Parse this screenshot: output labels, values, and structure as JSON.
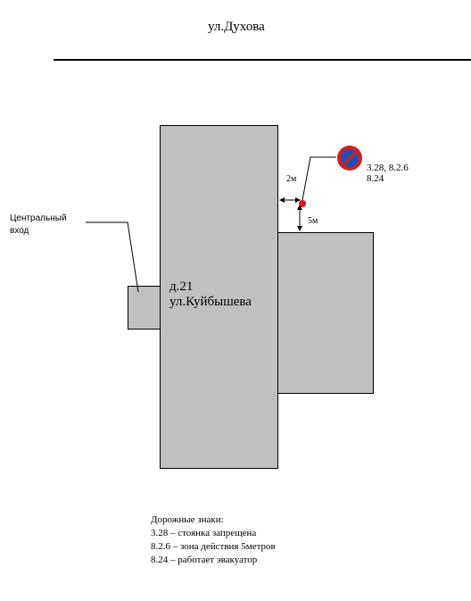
{
  "street_top": "ул.Духова",
  "house": {
    "number": "д.21",
    "street": "ул.Куйбышева"
  },
  "entrance": {
    "line1": "Центральный",
    "line2": "вход"
  },
  "dimensions": {
    "horizontal": "2м",
    "vertical": "5м"
  },
  "sign": {
    "icon": "no-parking-sign-icon",
    "codes_line1": "3.28, 8.2.6",
    "codes_line2": "8.24",
    "colors": {
      "circle": "#1f4fb5",
      "rim": "#d21f1f",
      "marker": "#e01010"
    }
  },
  "legend": {
    "title": "Дорожные знаки:",
    "items": [
      "3.28 – стоянка запрещена",
      "8.2.6 – зона действия 5метров",
      "8.24 – работает эвакуатор"
    ]
  }
}
